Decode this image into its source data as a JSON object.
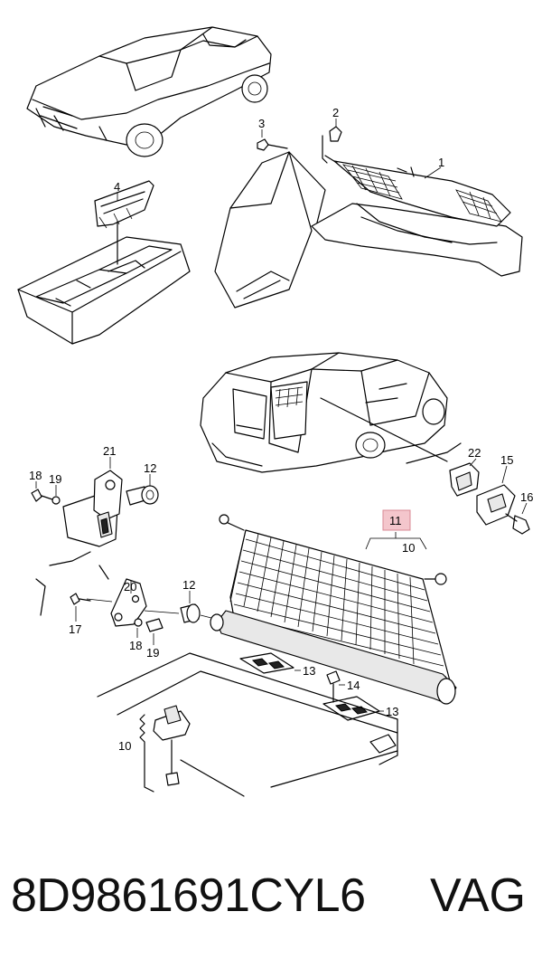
{
  "callouts": {
    "c1": "1",
    "c2": "2",
    "c3": "3",
    "c4": "4",
    "c10a": "10",
    "c10b": "10",
    "c11": "11",
    "c12a": "12",
    "c12b": "12",
    "c13a": "13",
    "c13b": "13",
    "c14": "14",
    "c15": "15",
    "c16": "16",
    "c17": "17",
    "c18a": "18",
    "c18b": "18",
    "c19a": "19",
    "c19b": "19",
    "c20": "20",
    "c21": "21",
    "c22": "22"
  },
  "highlight_color": "#f4c6cc",
  "footer": {
    "part_number": "8D9861691CYL6",
    "brand": "VAG"
  }
}
